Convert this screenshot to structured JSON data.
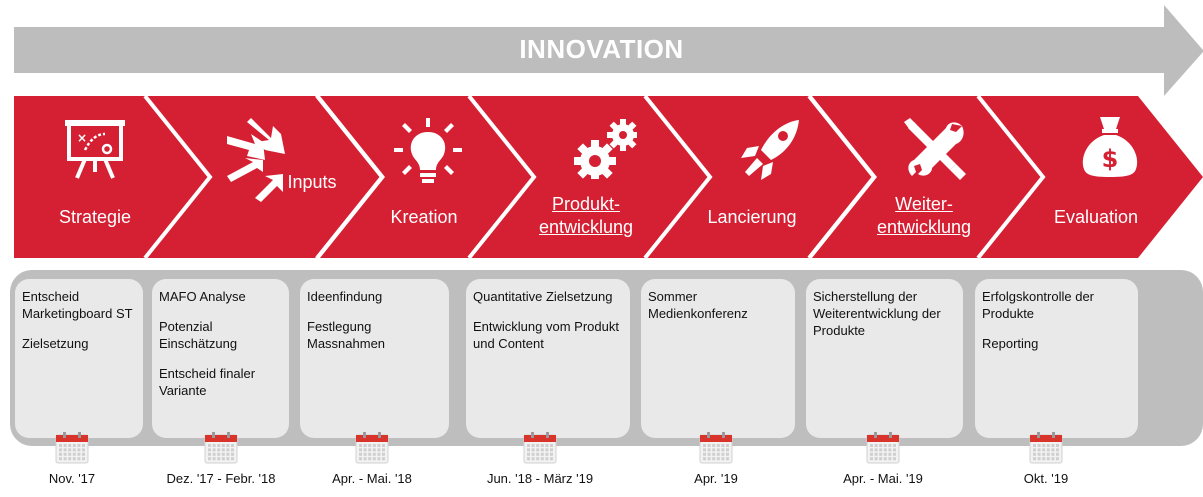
{
  "banner": {
    "title": "INNOVATION"
  },
  "colors": {
    "banner": "#bdbdbd",
    "phase": "#d51f33",
    "timeline": "#bebebe",
    "card": "#e9e9e9",
    "calendar": "#d9342b"
  },
  "phases": [
    {
      "label": "Strategie",
      "icon": "presentation-board-icon",
      "items": [
        "Entscheid Marketingboard ST",
        "Zielsetzung"
      ],
      "date": "Nov. '17"
    },
    {
      "label": "Inputs",
      "icon": "converging-arrows-icon",
      "items": [
        "MAFO Analyse",
        "Potenzial Einschätzung",
        "Entscheid finaler Variante"
      ],
      "date": "Dez. '17 - Febr. '18"
    },
    {
      "label": "Kreation",
      "icon": "light-bulb-icon",
      "items": [
        "Ideenfindung",
        "Festlegung Massnahmen"
      ],
      "date": "Apr. - Mai. '18"
    },
    {
      "label": "Produkt-\nentwicklung",
      "icon": "gears-icon",
      "items": [
        "Quantitative Zielsetzung",
        "Entwicklung vom Produkt und Content"
      ],
      "date": "Jun. '18 - März '19"
    },
    {
      "label": "Lancierung",
      "icon": "rocket-icon",
      "items": [
        "Sommer Medienkonferenz"
      ],
      "date": "Apr. '19"
    },
    {
      "label": "Weiter-\nentwicklung",
      "icon": "wrench-screwdriver-icon",
      "items": [
        "Sicherstellung der Weiterentwicklung der Produkte"
      ],
      "date": "Apr. - Mai. '19"
    },
    {
      "label": "Evaluation",
      "icon": "money-bag-icon",
      "items": [
        "Erfolgskontrolle der Produkte",
        "Reporting"
      ],
      "date": "Okt. '19"
    }
  ]
}
